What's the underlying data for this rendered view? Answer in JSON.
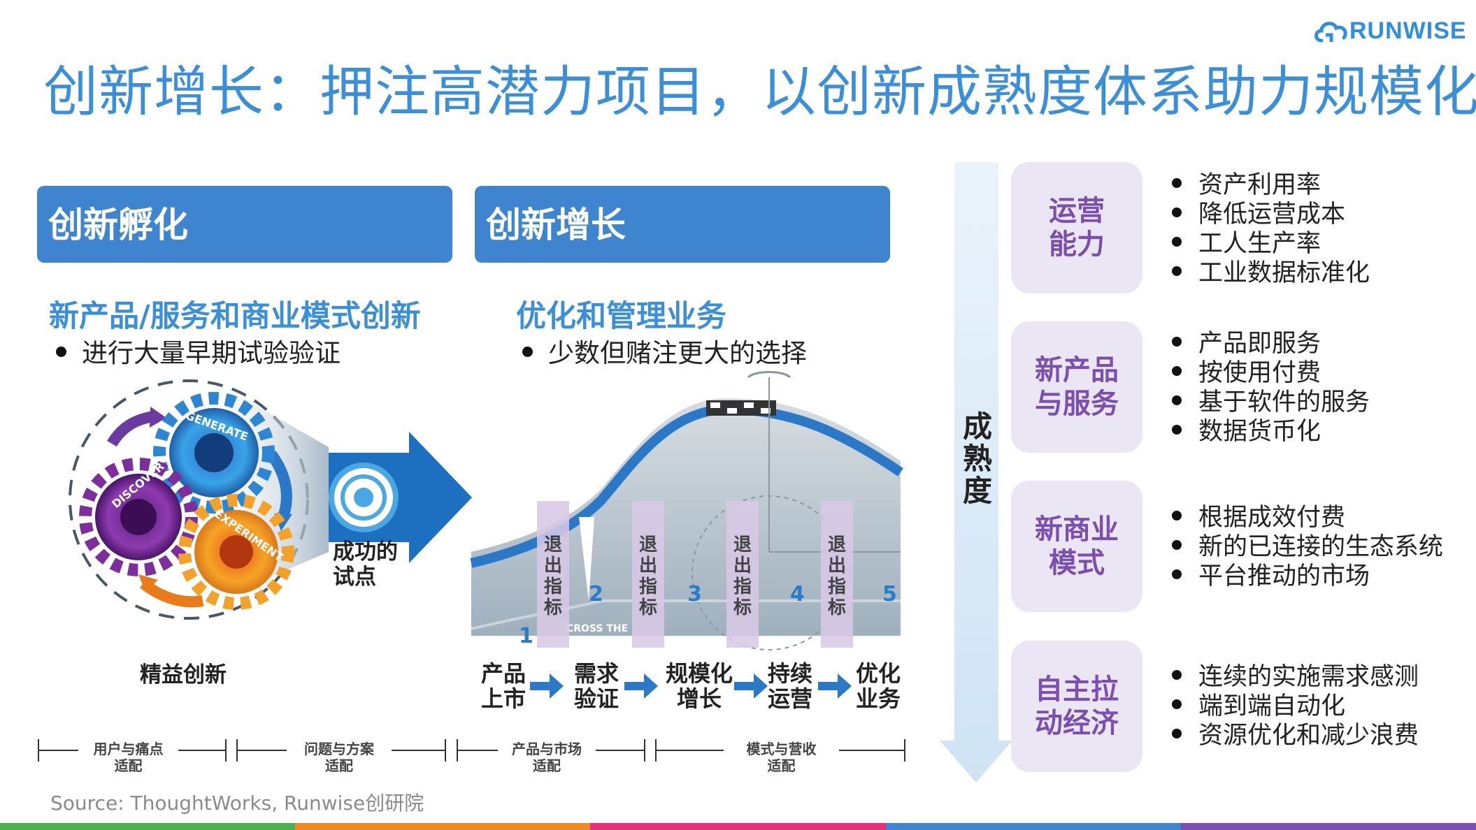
{
  "brand": {
    "name": "RUNWISE"
  },
  "title": "创新增长：押注高潜力项目，以创新成熟度体系助力规模化",
  "incubation": {
    "banner": "创新孵化",
    "heading": "新产品/服务和商业模式创新",
    "bullet": "进行大量早期试验验证",
    "cycle_labels": [
      "DISCOVER",
      "GENERATE",
      "EXPERIMENT"
    ],
    "target_label": "成功的\n试点",
    "caption": "精益创新"
  },
  "growth": {
    "banner": "创新增长",
    "heading": "优化和管理业务",
    "bullet": "少数但赌注更大的选择",
    "chasm_text": "CROSS THE",
    "stage_numbers": [
      "1",
      "2",
      "3",
      "4",
      "5"
    ],
    "exit_label": "退出指标",
    "stages": [
      "产品\n上市",
      "需求\n验证",
      "规模化\n增长",
      "持续\n运营",
      "优化\n业务"
    ]
  },
  "fit_labels": [
    "用户与痛点\n适配",
    "问题与方案\n适配",
    "产品与市场\n适配",
    "模式与营收\n适配"
  ],
  "maturity": {
    "axis_label": "成熟度",
    "dimensions": [
      {
        "name": "运营\n能力",
        "items": [
          "资产利用率",
          "降低运营成本",
          "工人生产率",
          "工业数据标准化"
        ]
      },
      {
        "name": "新产品\n与服务",
        "items": [
          "产品即服务",
          "按使用付费",
          "基于软件的服务",
          "数据货币化"
        ]
      },
      {
        "name": "新商业\n模式",
        "items": [
          "根据成效付费",
          "新的已连接的生态系统",
          "平台推动的市场"
        ]
      },
      {
        "name": "自主拉\n动经济",
        "items": [
          "连续的实施需求感测",
          "端到端自动化",
          "资源优化和减少浪费"
        ]
      }
    ]
  },
  "source": "Source: ThoughtWorks, Runwise创研院",
  "colors": {
    "title_blue": "#3a8fd8",
    "banner_blue": "#3f84cf",
    "maturity_purple": "#7a4fb0",
    "strip": [
      "#4caf50",
      "#f08a24",
      "#e8307a",
      "#3f84cf",
      "#7a4fb0"
    ]
  }
}
